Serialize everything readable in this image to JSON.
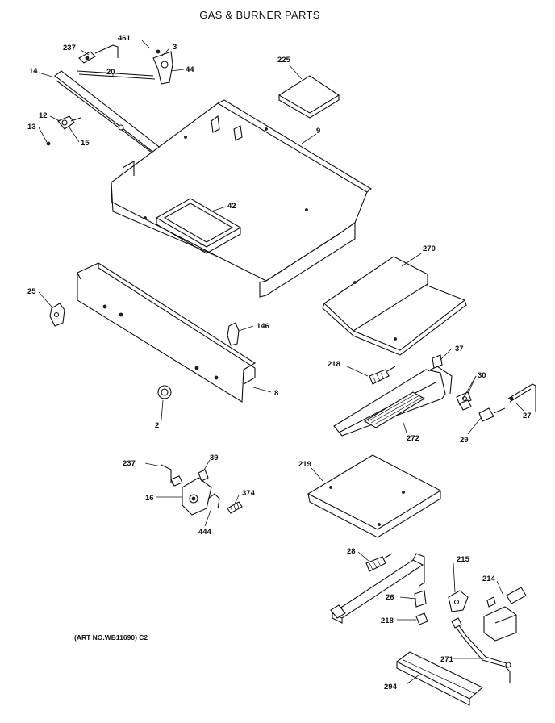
{
  "title": "GAS & BURNER PARTS",
  "art_number": "(ART NO.WB11690) C2",
  "labels": {
    "p237a": "237",
    "p461": "461",
    "p3": "3",
    "p44": "44",
    "p14": "14",
    "p20": "20",
    "p12": "12",
    "p13": "13",
    "p15": "15",
    "p225": "225",
    "p9": "9",
    "p42": "42",
    "p25": "25",
    "p146": "146",
    "p8": "8",
    "p2": "2",
    "p270": "270",
    "p37": "37",
    "p218a": "218",
    "p30": "30",
    "p27": "27",
    "p272": "272",
    "p29": "29",
    "p237b": "237",
    "p39": "39",
    "p16": "16",
    "p374": "374",
    "p444": "444",
    "p219": "219",
    "p28": "28",
    "p215": "215",
    "p214": "214",
    "p26": "26",
    "p218b": "218",
    "p271": "271",
    "p294": "294"
  }
}
